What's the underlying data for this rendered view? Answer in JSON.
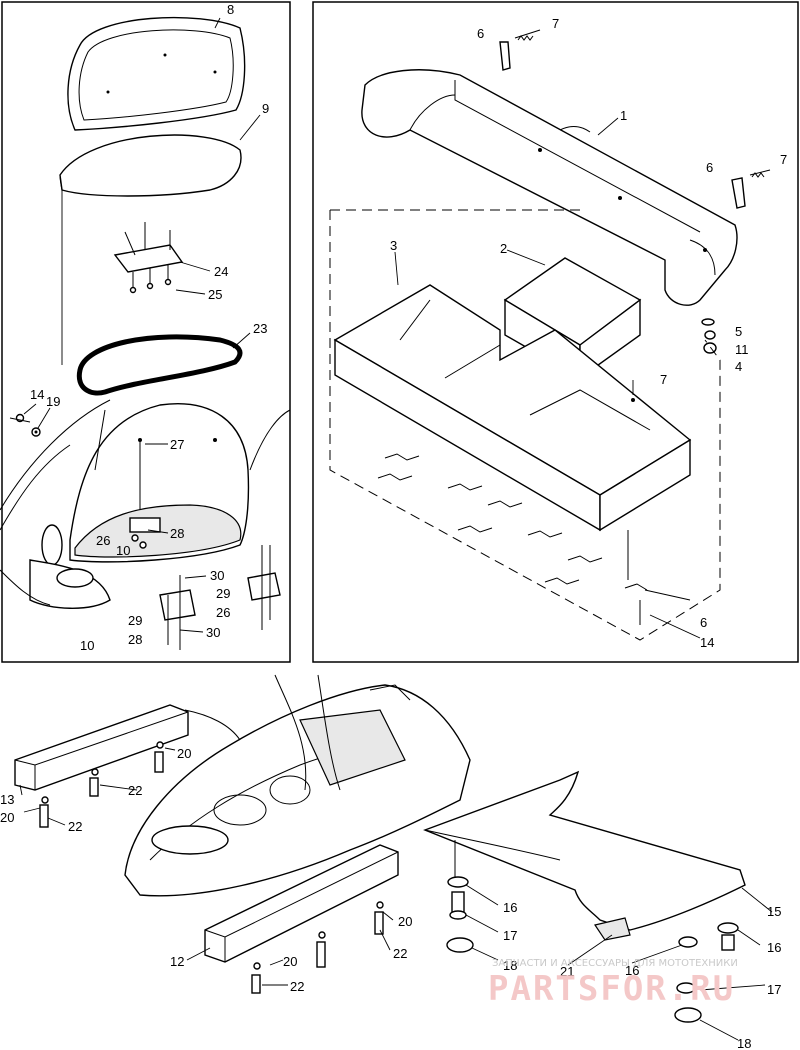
{
  "callouts": {
    "p1": "1",
    "p2": "2",
    "p3": "3",
    "p4": "4",
    "p5": "5",
    "p6a": "6",
    "p6b": "6",
    "p6c": "6",
    "p7a": "7",
    "p7b": "7",
    "p7c": "7",
    "p8": "8",
    "p9": "9",
    "p10a": "10",
    "p10b": "10",
    "p11": "11",
    "p12": "12",
    "p13": "13",
    "p14a": "14",
    "p14b": "14",
    "p15": "15",
    "p16a": "16",
    "p16b": "16",
    "p16c": "16",
    "p17a": "17",
    "p17b": "17",
    "p18a": "18",
    "p18b": "18",
    "p19": "19",
    "p20a": "20",
    "p20b": "20",
    "p20c": "20",
    "p20d": "20",
    "p21": "21",
    "p22a": "22",
    "p22b": "22",
    "p22c": "22",
    "p22d": "22",
    "p23": "23",
    "p24": "24",
    "p25": "25",
    "p26a": "26",
    "p26b": "26",
    "p27": "27",
    "p28a": "28",
    "p28b": "28",
    "p29a": "29",
    "p29b": "29",
    "p30a": "30",
    "p30b": "30"
  },
  "watermark": {
    "caption": "ЗАПЧАСТИ И АКСЕССУАРЫ ДЛЯ МОТОТЕХНИКИ",
    "brand": "PARTSFOR.RU"
  },
  "colors": {
    "line": "#000000",
    "background": "#ffffff",
    "watermark": "#f4c8c8"
  }
}
